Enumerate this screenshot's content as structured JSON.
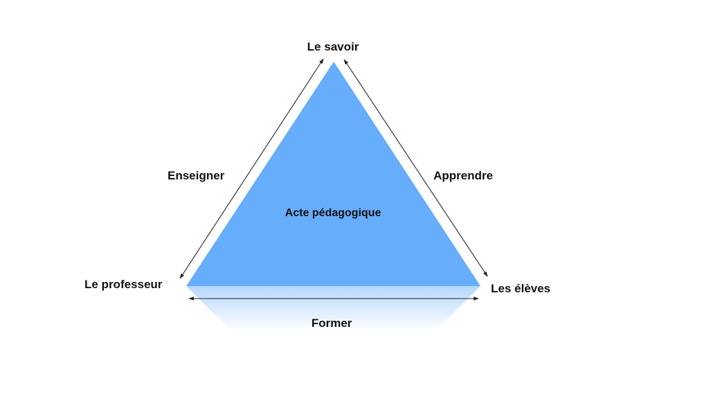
{
  "diagram": {
    "type": "pedagogical-triangle",
    "colors": {
      "triangle_fill": "#66ADFB",
      "reflection_top": "#B7D8FD",
      "reflection_bottom": "#FFFFFF",
      "arrow": "#222222",
      "text": "#111111",
      "background": "#FFFFFF"
    },
    "vertices": {
      "top": {
        "label": "Le savoir"
      },
      "bottom_left": {
        "label": "Le professeur"
      },
      "bottom_right": {
        "label": "Les élèves"
      }
    },
    "center_label": "Acte pédagogique",
    "edges": {
      "left": {
        "label": "Enseigner",
        "from": "Le savoir",
        "to": "Le professeur",
        "bidirectional": true
      },
      "right": {
        "label": "Apprendre",
        "from": "Le savoir",
        "to": "Les élèves",
        "bidirectional": true
      },
      "bottom": {
        "label": "Former",
        "from": "Le professeur",
        "to": "Les élèves",
        "bidirectional": true
      }
    }
  }
}
